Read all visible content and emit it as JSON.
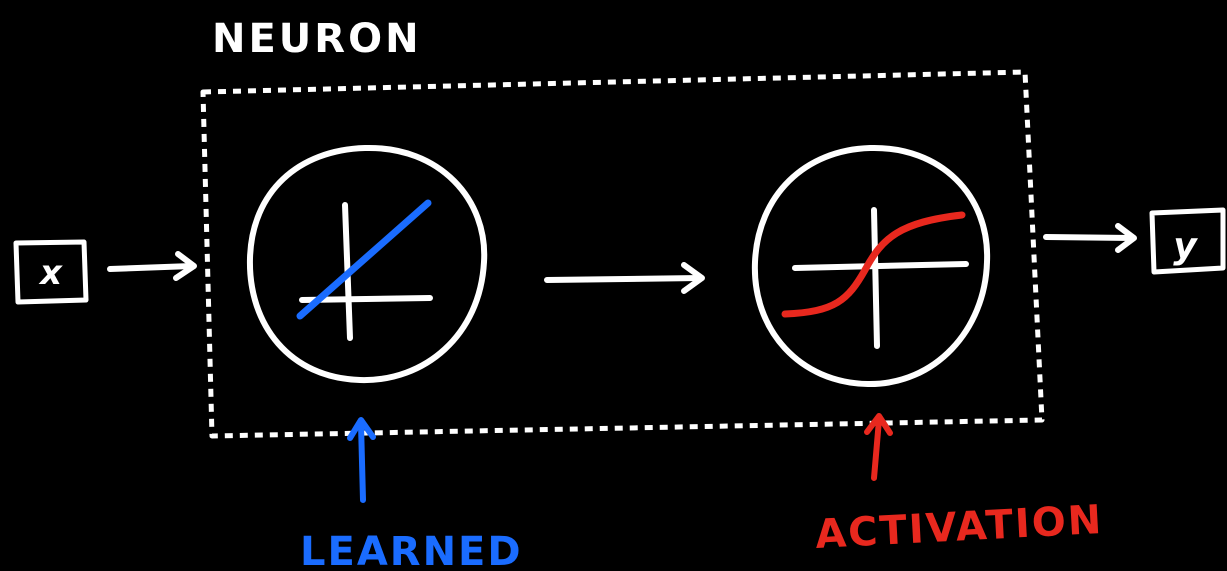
{
  "title": "NEURON",
  "input": {
    "label": "x"
  },
  "output": {
    "label": "y"
  },
  "nodes": [
    {
      "kind": "linear",
      "annotation": "LEARNED"
    },
    {
      "kind": "sigmoid",
      "annotation": "ACTIVATION"
    }
  ],
  "colors": {
    "background": "#000000",
    "ink": "#ffffff",
    "learned": "#1a6cff",
    "activation": "#e8281e"
  }
}
